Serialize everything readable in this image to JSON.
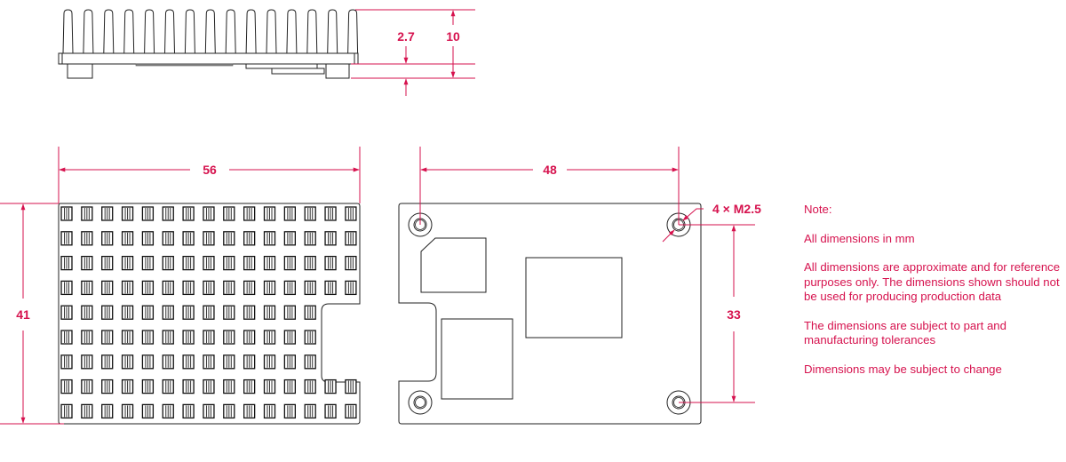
{
  "colors": {
    "accent": "#d6124e",
    "outline": "#222222",
    "fill": "#ffffff"
  },
  "side_view": {
    "fin_count": 15,
    "dimensions": {
      "base_height": "2.7",
      "total_height": "10"
    }
  },
  "top_view": {
    "fin_rows": 9,
    "fin_cols": 15,
    "notch_rows": [
      4,
      5,
      6
    ],
    "notch_cols_removed": 2,
    "dimensions": {
      "width": "56",
      "height": "41"
    }
  },
  "board_view": {
    "dimensions": {
      "hole_spacing_x": "48",
      "hole_spacing_y": "33",
      "holes": "4 × M2.5"
    }
  },
  "notes": {
    "title": "Note:",
    "items": [
      "All dimensions in mm",
      "All dimensions are approximate and for reference purposes only. The dimensions shown should not be used for producing production data",
      "The dimensions are subject to part and manufacturing tolerances",
      "Dimensions may be subject to change"
    ]
  }
}
